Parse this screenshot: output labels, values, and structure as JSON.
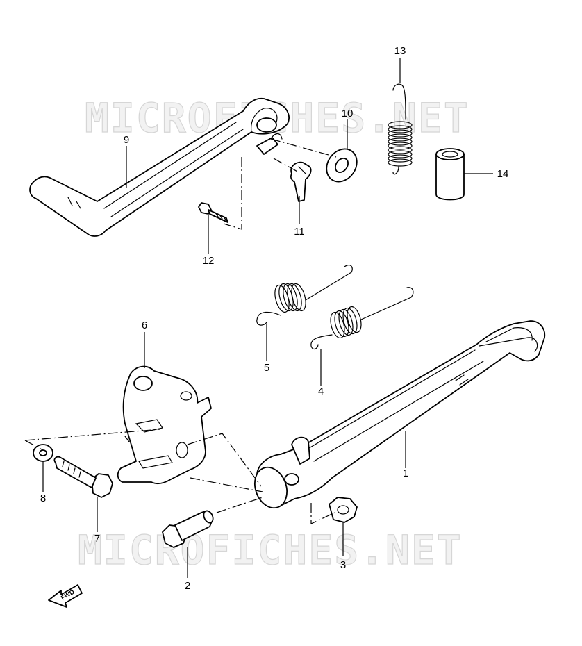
{
  "watermark": {
    "top": "MICROFICHES.NET",
    "bottom": "MICROFICHES.NET"
  },
  "direction_marker": "FWD",
  "callouts": [
    "1",
    "2",
    "3",
    "4",
    "5",
    "6",
    "7",
    "8",
    "9",
    "10",
    "11",
    "12",
    "13",
    "14"
  ]
}
